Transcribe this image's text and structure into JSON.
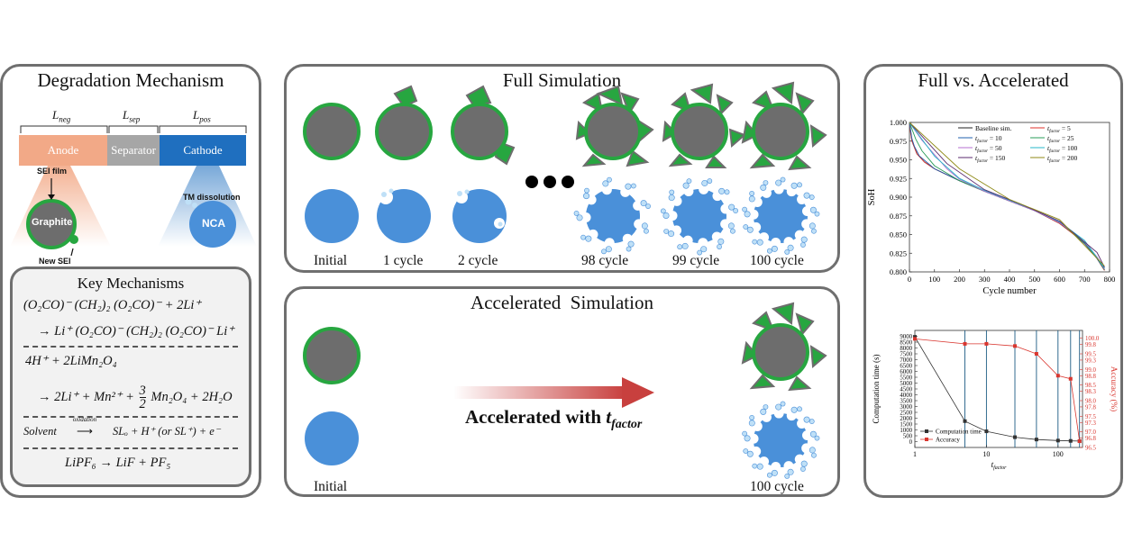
{
  "degradation": {
    "title": "Degradation Mechanism",
    "l_neg": "L",
    "l_neg_sub": "neg",
    "l_sep": "L",
    "l_sep_sub": "sep",
    "l_pos": "L",
    "l_pos_sub": "pos",
    "anode": "Anode",
    "separator": "Separator",
    "cathode": "Cathode",
    "sei_film": "SEI film",
    "graphite": "Graphite",
    "new_sei": "New SEI",
    "tm_dissolution": "TM dissolution",
    "nca": "NCA",
    "colors": {
      "anode": "#f2a987",
      "separator": "#a6a6a6",
      "cathode": "#1f6fbf",
      "graphite": "#6d6d6d",
      "sei": "#27a640",
      "particle": "#4a90d9"
    }
  },
  "key_mechanisms": {
    "title": "Key Mechanisms",
    "eq1_line1": "(O₂CO)⁻ (CH₂)₂ (O₂CO)⁻ + 2Li⁺",
    "eq1_line2": "→ Li⁺ (O₂CO)⁻ (CH₂)₂ (O₂CO)⁻ Li⁺",
    "eq2_line1": "4H⁺ + 2LiMn₂O₄",
    "eq2_line2_a": "→ 2Li⁺ + Mn²⁺ +",
    "eq2_frac_num": "3",
    "eq2_frac_den": "2",
    "eq2_line2_b": "Mn₂O₄ + 2H₂O",
    "eq3_left": "Solvent",
    "eq3_arrow_label": "oxidation",
    "eq3_right": "SLₒ + H⁺ (or SL⁺) + e⁻",
    "eq4": "LiPF₆ → LiF + PF₅"
  },
  "full_sim": {
    "title": "Full Simulation",
    "labels": [
      "Initial",
      "1 cycle",
      "2 cycle",
      "98 cycle",
      "99 cycle",
      "100 cycle"
    ]
  },
  "accel_sim": {
    "title": "Accelerated  Simulation",
    "arrow_text": "Accelerated with ",
    "arrow_t": "t",
    "arrow_sub": "factor",
    "label_initial": "Initial",
    "label_final": "100 cycle"
  },
  "comparison": {
    "title": "Full vs. Accelerated"
  },
  "chart_data": [
    {
      "type": "line",
      "xlabel": "Cycle number",
      "ylabel": "SoH",
      "xlim": [
        0,
        800
      ],
      "ylim": [
        0.8,
        1.0
      ],
      "xticks": [
        0,
        100,
        200,
        300,
        400,
        500,
        600,
        700,
        800
      ],
      "yticks": [
        "0.800",
        "0.825",
        "0.850",
        "0.875",
        "0.900",
        "0.925",
        "0.950",
        "0.975",
        "1.000"
      ],
      "legend": [
        "Baseline sim.",
        "t factor = 5",
        "t factor = 10",
        "t factor = 25",
        "t factor = 50",
        "t factor = 100",
        "t factor = 150",
        "t factor = 200"
      ],
      "legend_labels": [
        {
          "pre": "Baseline sim.",
          "sub": "",
          "post": ""
        },
        {
          "pre": "t",
          "sub": "factor",
          "post": "= 5"
        },
        {
          "pre": "t",
          "sub": "factor",
          "post": "= 10"
        },
        {
          "pre": "t",
          "sub": "factor",
          "post": "= 25"
        },
        {
          "pre": "t",
          "sub": "factor",
          "post": "= 50"
        },
        {
          "pre": "t",
          "sub": "factor",
          "post": "= 100"
        },
        {
          "pre": "t",
          "sub": "factor",
          "post": "= 150"
        },
        {
          "pre": "t",
          "sub": "factor",
          "post": "= 200"
        }
      ],
      "colors": [
        "#222222",
        "#e0302b",
        "#1f5fae",
        "#2a9d5a",
        "#b46fd1",
        "#25b7c9",
        "#5a2a6e",
        "#8f8a16"
      ],
      "series": [
        {
          "name": "Baseline sim.",
          "x": [
            0,
            10,
            30,
            60,
            100,
            200,
            300,
            400,
            500,
            600,
            650,
            700,
            750,
            780
          ],
          "y": [
            1.0,
            0.975,
            0.958,
            0.947,
            0.938,
            0.922,
            0.908,
            0.895,
            0.882,
            0.865,
            0.852,
            0.838,
            0.818,
            0.802
          ]
        },
        {
          "name": "t factor = 5",
          "x": [
            0,
            5,
            10,
            30,
            60,
            100,
            200,
            300,
            400,
            500,
            600,
            650,
            700,
            750,
            780
          ],
          "y": [
            1.0,
            0.985,
            0.975,
            0.958,
            0.947,
            0.938,
            0.922,
            0.908,
            0.895,
            0.882,
            0.865,
            0.852,
            0.838,
            0.818,
            0.802
          ]
        },
        {
          "name": "t factor = 10",
          "x": [
            0,
            10,
            20,
            40,
            100,
            200,
            300,
            400,
            500,
            600,
            650,
            700,
            750,
            780
          ],
          "y": [
            1.0,
            0.978,
            0.968,
            0.955,
            0.938,
            0.922,
            0.908,
            0.895,
            0.882,
            0.866,
            0.853,
            0.838,
            0.818,
            0.803
          ]
        },
        {
          "name": "t factor = 25",
          "x": [
            0,
            25,
            50,
            100,
            200,
            300,
            400,
            500,
            600,
            650,
            700,
            750,
            780
          ],
          "y": [
            1.0,
            0.978,
            0.962,
            0.942,
            0.922,
            0.908,
            0.895,
            0.882,
            0.866,
            0.853,
            0.839,
            0.819,
            0.803
          ]
        },
        {
          "name": "t factor = 50",
          "x": [
            0,
            50,
            100,
            150,
            200,
            300,
            400,
            500,
            600,
            650,
            700,
            750,
            780
          ],
          "y": [
            1.0,
            0.976,
            0.957,
            0.938,
            0.924,
            0.908,
            0.895,
            0.882,
            0.866,
            0.854,
            0.84,
            0.82,
            0.804
          ]
        },
        {
          "name": "t factor = 100",
          "x": [
            0,
            100,
            200,
            300,
            400,
            500,
            600,
            700,
            780
          ],
          "y": [
            1.0,
            0.955,
            0.925,
            0.909,
            0.896,
            0.883,
            0.867,
            0.842,
            0.805
          ]
        },
        {
          "name": "t factor = 150",
          "x": [
            0,
            150,
            300,
            450,
            600,
            750,
            780
          ],
          "y": [
            1.0,
            0.945,
            0.91,
            0.89,
            0.868,
            0.826,
            0.806
          ]
        },
        {
          "name": "t factor = 200",
          "x": [
            0,
            200,
            400,
            600,
            780
          ],
          "y": [
            1.0,
            0.938,
            0.897,
            0.87,
            0.808
          ]
        }
      ]
    },
    {
      "type": "line",
      "xlabel": "t",
      "xlabel_sub": "factor",
      "ylabel": "Computation time (s)",
      "ylabel_right": "Accuracy (%)",
      "xscale": "log",
      "xlim": [
        1,
        220
      ],
      "xticks": [
        "1",
        "10",
        "100"
      ],
      "ylim": [
        -500,
        9500
      ],
      "yticks": [
        "0",
        "500",
        "1000",
        "1500",
        "2000",
        "2500",
        "3000",
        "3500",
        "4000",
        "4500",
        "5000",
        "5500",
        "6000",
        "6500",
        "7000",
        "7500",
        "8000",
        "8500",
        "9000"
      ],
      "ylim_right": [
        96.5,
        100.25
      ],
      "yticks_right": [
        "96.5",
        "96.8",
        "97.0",
        "97.3",
        "97.5",
        "97.8",
        "98.0",
        "98.3",
        "98.5",
        "98.8",
        "99.0",
        "99.3",
        "99.5",
        "99.8",
        "100.0"
      ],
      "vlines": [
        5,
        10,
        25,
        50,
        100,
        150,
        200
      ],
      "legend": [
        "Computation time",
        "Accuracy"
      ],
      "series": [
        {
          "name": "Computation time",
          "x": [
            1,
            5,
            10,
            25,
            50,
            100,
            150,
            200
          ],
          "y": [
            8950,
            1750,
            880,
            380,
            180,
            90,
            60,
            45
          ],
          "axis": "left",
          "color": "#333333"
        },
        {
          "name": "Accuracy",
          "x": [
            1,
            5,
            10,
            25,
            50,
            100,
            150,
            200
          ],
          "y": [
            99.98,
            99.82,
            99.82,
            99.75,
            99.5,
            98.8,
            98.7,
            96.7
          ],
          "axis": "right",
          "color": "#d9362f"
        }
      ]
    }
  ]
}
